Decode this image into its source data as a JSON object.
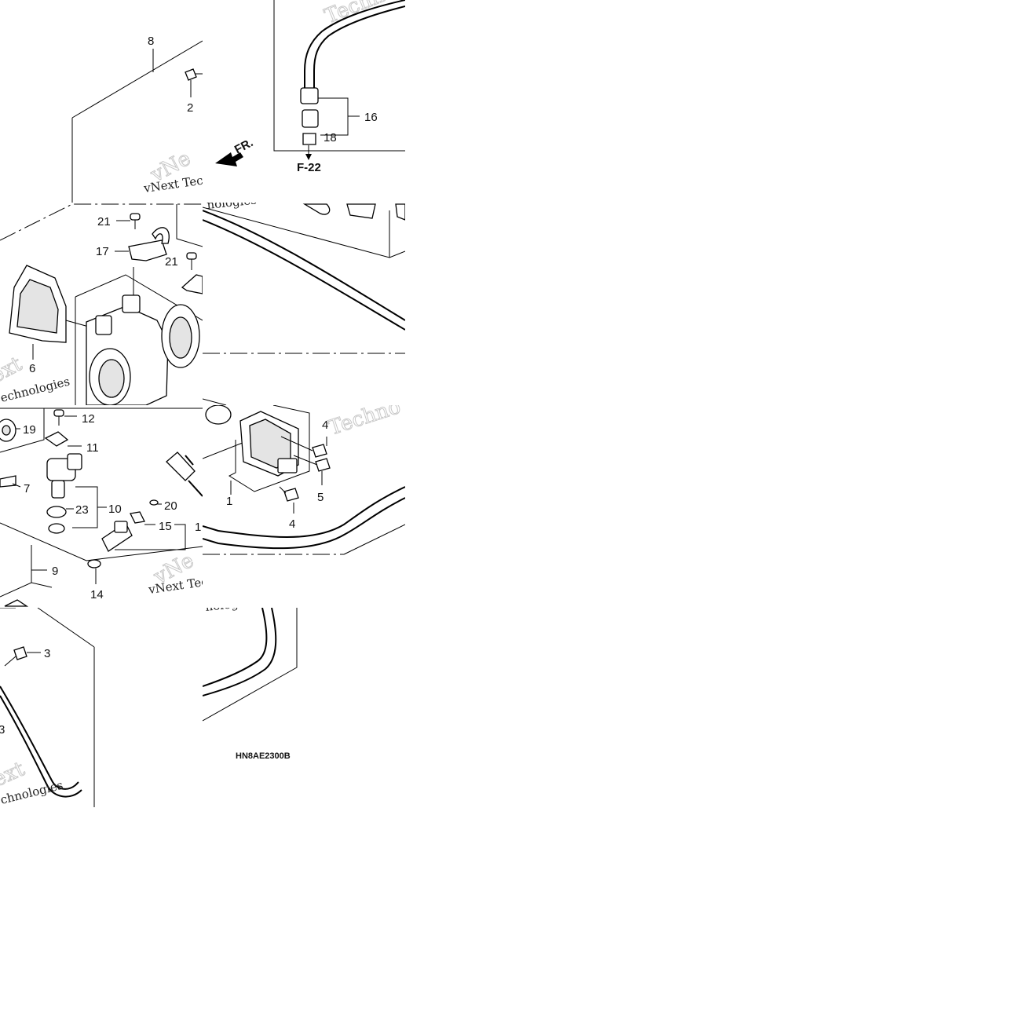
{
  "drawing_code": "HN8AE2300B",
  "direction_label": "FR.",
  "reference_code": "F-22",
  "watermark": {
    "line1": "vNext Technologies",
    "fragments": [
      "Techno",
      "Techno",
      "ext",
      "vNe",
      "echnologies",
      "nologies",
      "chnologies",
      "vNext Tec",
      "vNext Tec"
    ]
  },
  "callouts": {
    "p1": "1",
    "p2": "2",
    "p3a": "3",
    "p3b": "3",
    "p4a": "4",
    "p4b": "4",
    "p5": "5",
    "p6": "6",
    "p7": "7",
    "p8": "8",
    "p9": "9",
    "p10": "10",
    "p11": "11",
    "p12": "12",
    "p13": "1",
    "p14": "14",
    "p15": "15",
    "p16": "16",
    "p17": "17",
    "p18": "18",
    "p19": "19",
    "p20": "20",
    "p21a": "21",
    "p21b": "21",
    "p23": "23"
  }
}
